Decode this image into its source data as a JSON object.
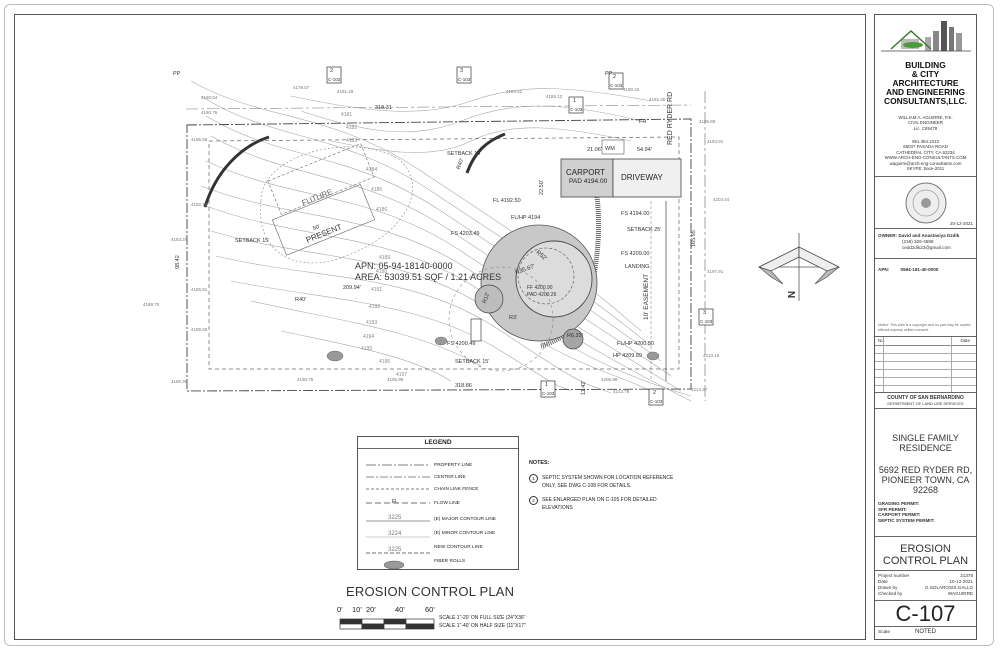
{
  "site_labels": {
    "apn": "APN: 05-94-18140-0000",
    "area": "AREA: 53039.51 SQF / 1.21 ACRES",
    "carport": "CARPORT",
    "carport_pad": "PAD 4194.00",
    "driveway": "DRIVEWAY",
    "future": "FUTURE",
    "present": "PRESENT",
    "road": "RED RYDER RD",
    "easement": "10' EASEMENT",
    "landing": "LANDING",
    "setback_15_top": "SETBACK 15'",
    "setback_15_left": "SETBACK 15'",
    "setback_15_bottom": "SETBACK 15'",
    "setback_25": "SETBACK 25'",
    "setback_40": "R40'",
    "dim_top": "318.31",
    "dim_bottom": "318.86",
    "dim_left": "209.94'",
    "dim_ll": "98.42",
    "dim_right": "165.95",
    "dim_2106": "21.06'",
    "dim_5494": "54.94'",
    "dim_2250": "22.50'",
    "fl_4192": "FL 4192.50",
    "flhp_4194": "FL/HP 4194",
    "fs_4203": "FS 4203.49",
    "fs_4194": "FS 4194.00",
    "fs_4209": "FS 4209.00",
    "fs_4200": "FS 4200.49",
    "flhp_4200": "FL/HP 4200.50",
    "hp_4209": "HP 4209.89",
    "ff": "FF 4200.90",
    "pad": "PAD 4200.26",
    "r52": "R52'",
    "r3567": "R35.67'",
    "r12": "R12'",
    "r6": "R6'",
    "r633": "R6.33'",
    "r3": "R3'",
    "dim_1142": "11.42'",
    "num_5": "50'",
    "section_2": "2",
    "section_3": "3",
    "section_1": "1",
    "sheet_ref": "C-103",
    "pp": "PP",
    "fh": "FH",
    "wm": "WM",
    "north": "N"
  },
  "legend": {
    "title": "LEGEND",
    "items": [
      "PROPERTY LINE",
      "CENTER LINE",
      "CHAIN LINK FENCE",
      "FLOW LINE",
      "(E) MAJOR CONTOUR LINE",
      "(E) MINOR CONTOUR LINE",
      "NEW CONTOUR LINE",
      "FIBER ROLLS"
    ],
    "fl_symbol": "FL",
    "major_val": "3225",
    "minor_val": "3224",
    "new_val": "3225"
  },
  "notes": {
    "title": "NOTES:",
    "items": [
      {
        "num": "1",
        "text": "SEPTIC SYSTEM SHOWN FOR LOCATION REFERENCE ONLY, SEE DWG C-108 FOR DETAILS."
      },
      {
        "num": "2",
        "text": "SEE ENLARGED PLAN ON C-105 FOR DETAILED ELEVATIONS"
      }
    ]
  },
  "plan": {
    "title": "EROSION CONTROL PLAN",
    "scale_ticks": [
      "0'",
      "10'",
      "20'",
      "40'",
      "60'"
    ],
    "scale_full": "SCALE 1\"-20' ON FULL SIZE (24\"X36\"",
    "scale_half": "SCALE 1\"-40' ON HALF SIZE (11\"X17\""
  },
  "title_block": {
    "company": [
      "BUILDING",
      "& CITY",
      "ARCHITECTURE",
      "AND ENGINEERING",
      "CONSULTANTS,LLC."
    ],
    "engineer": [
      "WILLIAM A. AGUIRRE, P.E.",
      "CIVIL ENGINEER",
      "Lic. C85478"
    ],
    "contact": [
      "951.384.1013",
      "68037 PASADA ROAD",
      "CATHEDRAL CITY, CA 92234",
      "WWW.ARCH-ENG-CONSULTANTS.COM",
      "waguirre@arch-eng-consultants.com",
      "SKYPE: bace-2011"
    ],
    "stamp_date": "20-12-2021",
    "owner_label": "OWNER:",
    "owner": "David and Anastasiya Dzdik",
    "owner_phone": "(218) 326-4599",
    "owner_email": "ceddzdik23@gmail.com",
    "apn_label": "APN:",
    "apn": "0594-181-40-0000",
    "disclaimer": "Notice: This plan is a copyright and no part may be copied without express written consent.",
    "rev_headers": [
      "No.",
      "Date"
    ],
    "county": "COUNTY OF SAN BERNARDINO",
    "department": "DEPARTMENT OF LAND USE SERVICES",
    "project_type": [
      "SINGLE FAMILY",
      "RESIDENCE"
    ],
    "address": [
      "5692 RED RYDER RD,",
      "PIONEER TOWN, CA",
      "92268"
    ],
    "permits": [
      "GRADING PERMIT:",
      "SFR PERMIT:",
      "CARPORT PERMIT:",
      "SEPTIC SYSTEM PERMIT:"
    ],
    "sheet_title": [
      "EROSION",
      "CONTROL PLAN"
    ],
    "project_number_label": "Project number",
    "project_number": "21378",
    "date_label": "Date",
    "date": "10-12-2021",
    "drawn_label": "Drawn by",
    "drawn": "G.SOLAROSIS.GALLO",
    "checked_label": "Checked by",
    "checked": "WAGUIRRE",
    "sheet_no": "C-107",
    "scale_label": "Scale",
    "scale": "NOTED"
  },
  "colors": {
    "line": "#555555",
    "contour": "#9a9a9a",
    "pad_fill": "#bdbdbd",
    "dark_fill": "#8a8a8a"
  }
}
